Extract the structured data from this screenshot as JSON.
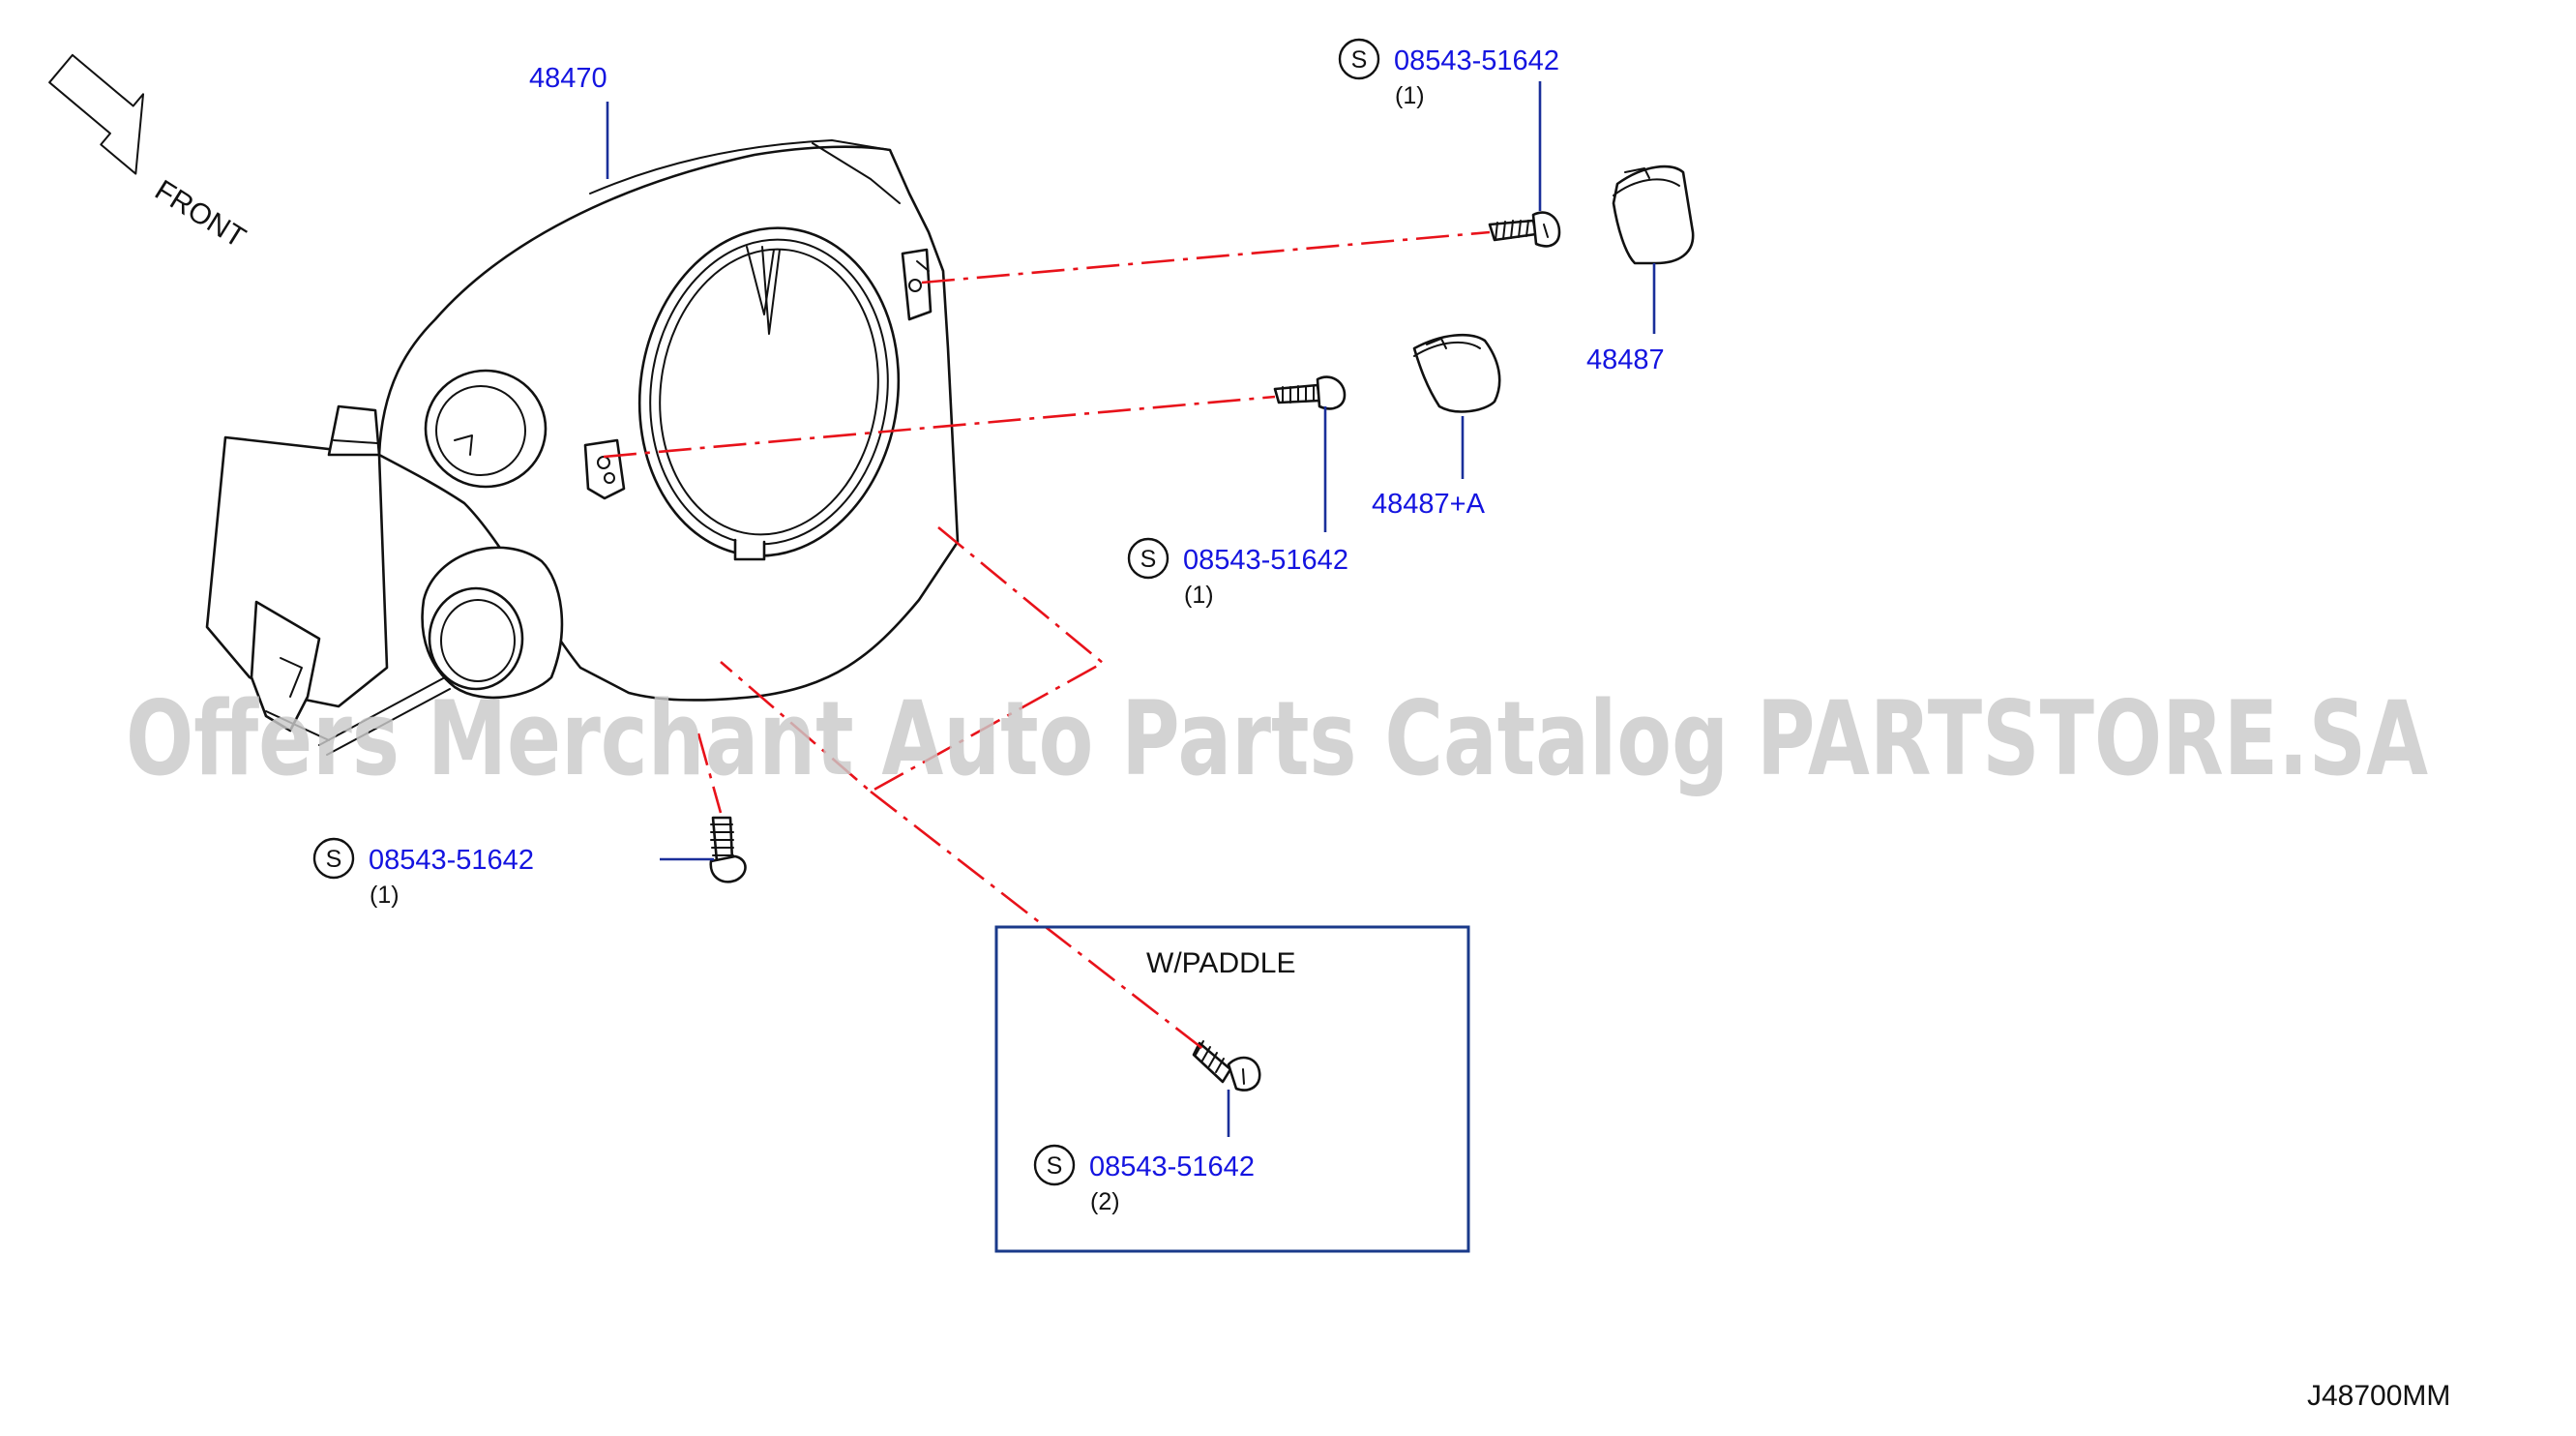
{
  "front_label": "FRONT",
  "diagram_code": "J48700MM",
  "watermark": "Offers Merchant Auto Parts Catalog PARTSTORE.SA",
  "box_label": "W/PADDLE",
  "symbol_s": "S",
  "parts": {
    "cover": "48470",
    "cap_upper": "48487",
    "cap_lower": "48487+A"
  },
  "screws": [
    {
      "number": "08543-51642",
      "qty": "(1)"
    },
    {
      "number": "08543-51642",
      "qty": "(1)"
    },
    {
      "number": "08543-51642",
      "qty": "(1)"
    },
    {
      "number": "08543-51642",
      "qty": "(2)"
    }
  ],
  "colors": {
    "part_number_text": "#1414e0",
    "leader_line": "#1a2f9a",
    "phantom_line": "#e8121a",
    "box_border": "#1a3a8a"
  }
}
